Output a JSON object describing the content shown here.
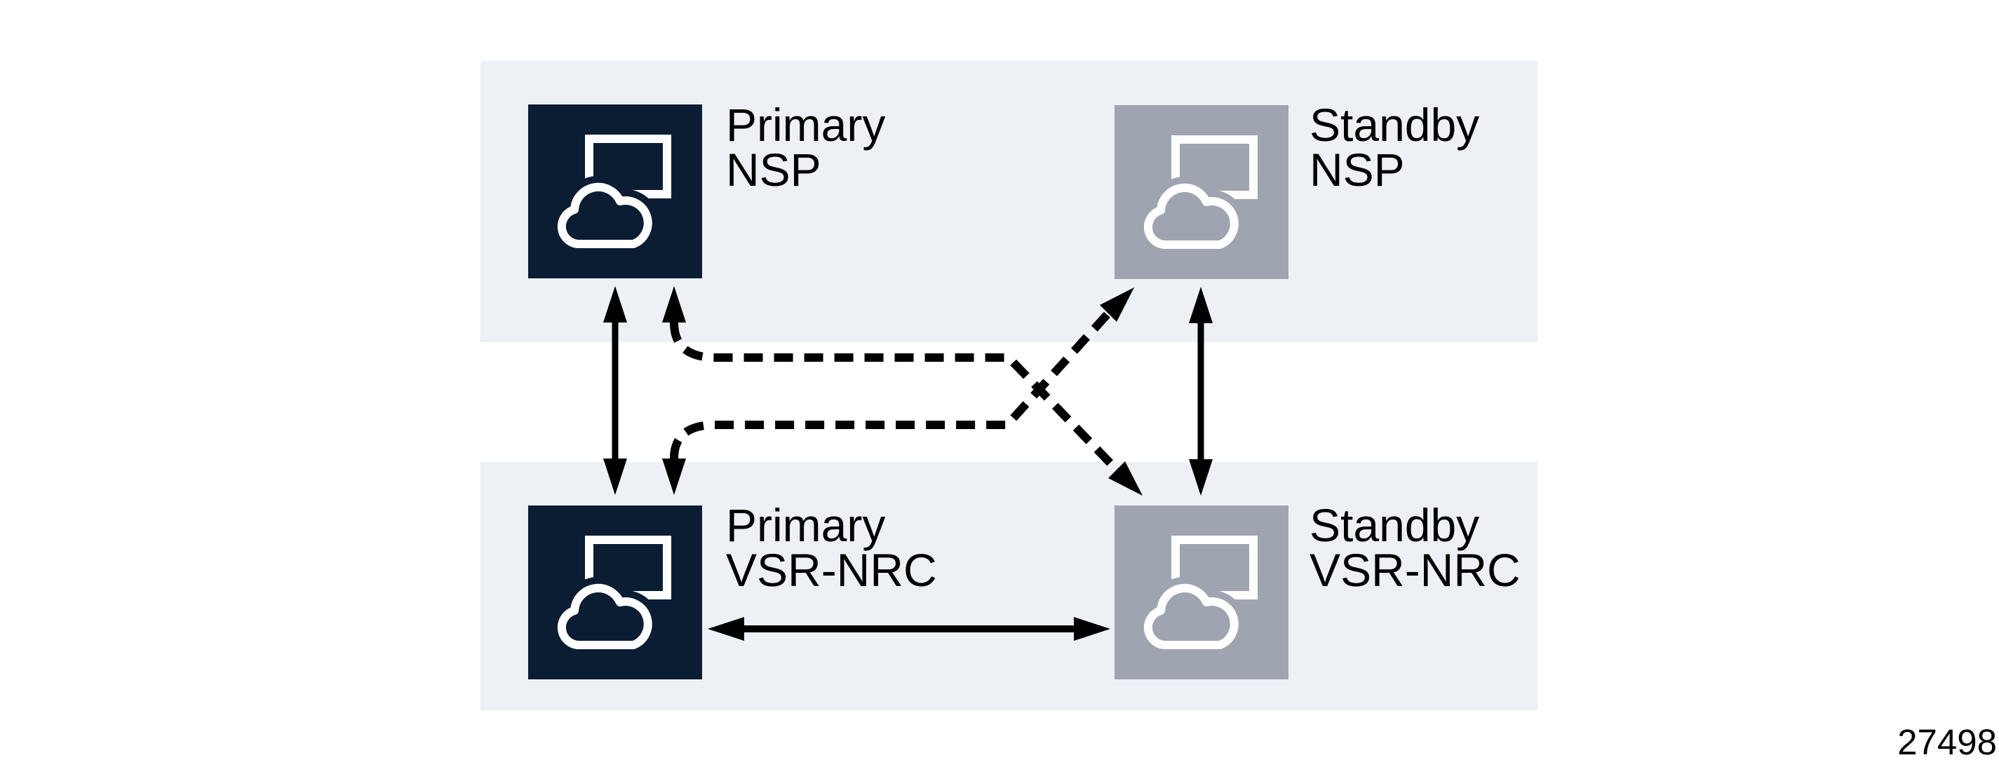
{
  "figure_number": "27498",
  "colors": {
    "navy": "#0B1D33",
    "gray": "#9EA5B0",
    "band": "#EDF1F6",
    "text": "#000000",
    "arrow": "#000000",
    "icon_stroke": "#FFFFFF",
    "background": "#FFFFFF"
  },
  "nodes": [
    {
      "id": "primary-nsp",
      "line1": "Primary",
      "line2": "NSP",
      "variant": "primary",
      "icon": "cloud-screen-icon"
    },
    {
      "id": "standby-nsp",
      "line1": "Standby",
      "line2": "NSP",
      "variant": "standby",
      "icon": "cloud-screen-icon"
    },
    {
      "id": "primary-vsr-nrc",
      "line1": "Primary",
      "line2": "VSR-NRC",
      "variant": "primary",
      "icon": "cloud-screen-icon"
    },
    {
      "id": "standby-vsr-nrc",
      "line1": "Standby",
      "line2": "VSR-NRC",
      "variant": "standby",
      "icon": "cloud-screen-icon"
    }
  ],
  "connections": [
    {
      "from": "primary-nsp",
      "to": "primary-vsr-nrc",
      "style": "solid",
      "bidirectional": true
    },
    {
      "from": "standby-nsp",
      "to": "standby-vsr-nrc",
      "style": "solid",
      "bidirectional": true
    },
    {
      "from": "primary-vsr-nrc",
      "to": "standby-vsr-nrc",
      "style": "solid",
      "bidirectional": true
    },
    {
      "from": "primary-nsp",
      "to": "standby-vsr-nrc",
      "style": "dashed",
      "bidirectional": true
    },
    {
      "from": "primary-vsr-nrc",
      "to": "standby-nsp",
      "style": "dashed",
      "bidirectional": true
    }
  ]
}
